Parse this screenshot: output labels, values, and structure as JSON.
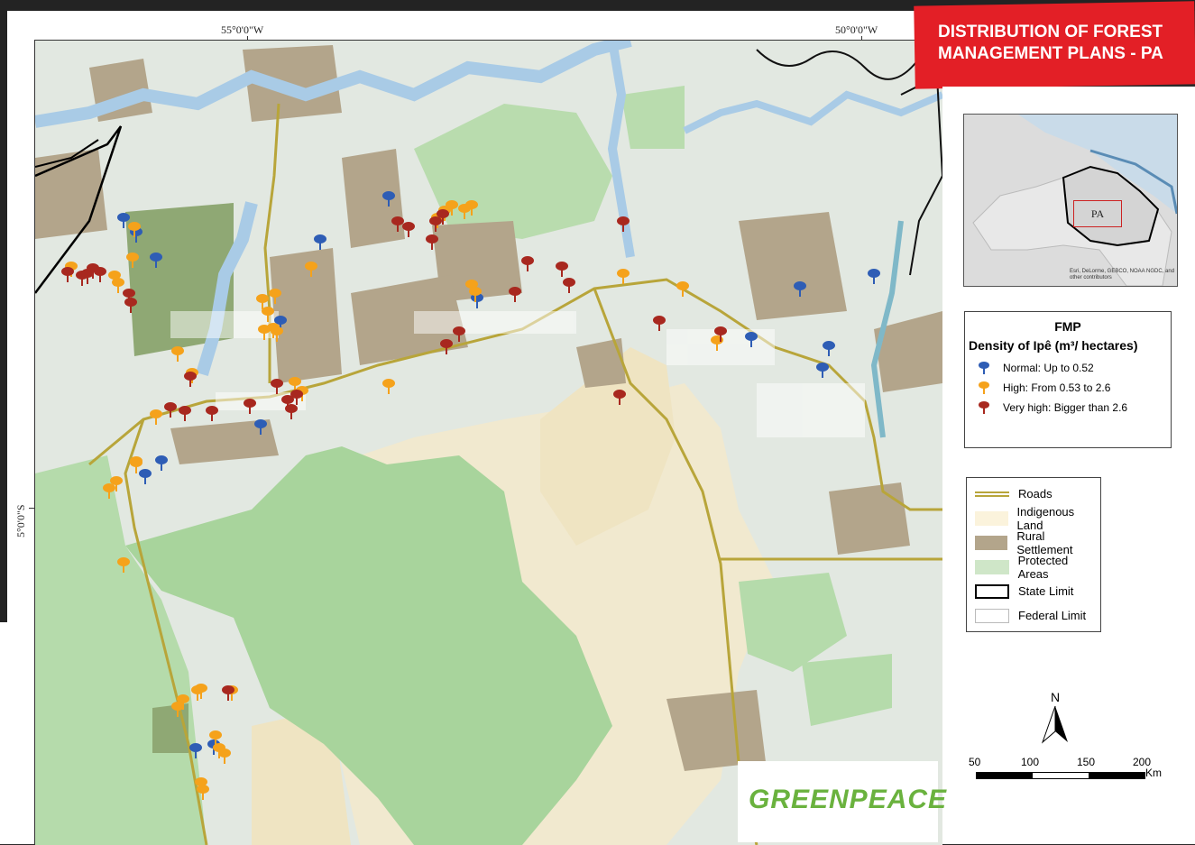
{
  "title": {
    "line1": "DISTRIBUTION OF FOREST",
    "line2": "MANAGEMENT PLANS - PA"
  },
  "coords": {
    "lon1": "55°0'0\"W",
    "lon2": "50°0'0\"W",
    "lat1": "5°0'0\"S"
  },
  "inset": {
    "label": "PA",
    "credits": "Esri, DeLorme, GEBCO, NOAA NGDC, and other contributors"
  },
  "legend": {
    "title": "FMP",
    "subtitle": "Density of Ipê (m³/ hectares)",
    "items": [
      {
        "label": "Normal: Up to 0.52",
        "color": "#2e5db5"
      },
      {
        "label": "High: From 0.53 to 2.6",
        "color": "#f5a21b"
      },
      {
        "label": "Very high: Bigger than 2.6",
        "color": "#a8281f"
      }
    ]
  },
  "legend2": {
    "items": [
      {
        "label": "Roads",
        "symbol": "road",
        "color": "#b8a53a"
      },
      {
        "label": "Indigenous Land",
        "symbol": "fill",
        "color": "#fbf3dc"
      },
      {
        "label": "Rural Settlement",
        "symbol": "fill",
        "color": "#b3a58b"
      },
      {
        "label": "Protected Areas",
        "symbol": "fill",
        "color": "#cfe6c8"
      },
      {
        "label": "State Limit",
        "symbol": "outline-bold",
        "color": "#000000"
      },
      {
        "label": "Federal Limit",
        "symbol": "outline-thin",
        "color": "#cccccc"
      }
    ]
  },
  "north": {
    "label": "N"
  },
  "scale": {
    "labels": [
      "50",
      "100",
      "150",
      "200"
    ],
    "unit": "Km"
  },
  "logo": {
    "text": "GREENPEACE"
  },
  "colors": {
    "banner": "#e31f26",
    "normal": "#2e5db5",
    "high": "#f5a21b",
    "very_high": "#a8281f",
    "protected": "#a8d49c",
    "indigenous": "#f1e6c6",
    "rural": "#b3a58b",
    "water": "#a9cbe6"
  }
}
